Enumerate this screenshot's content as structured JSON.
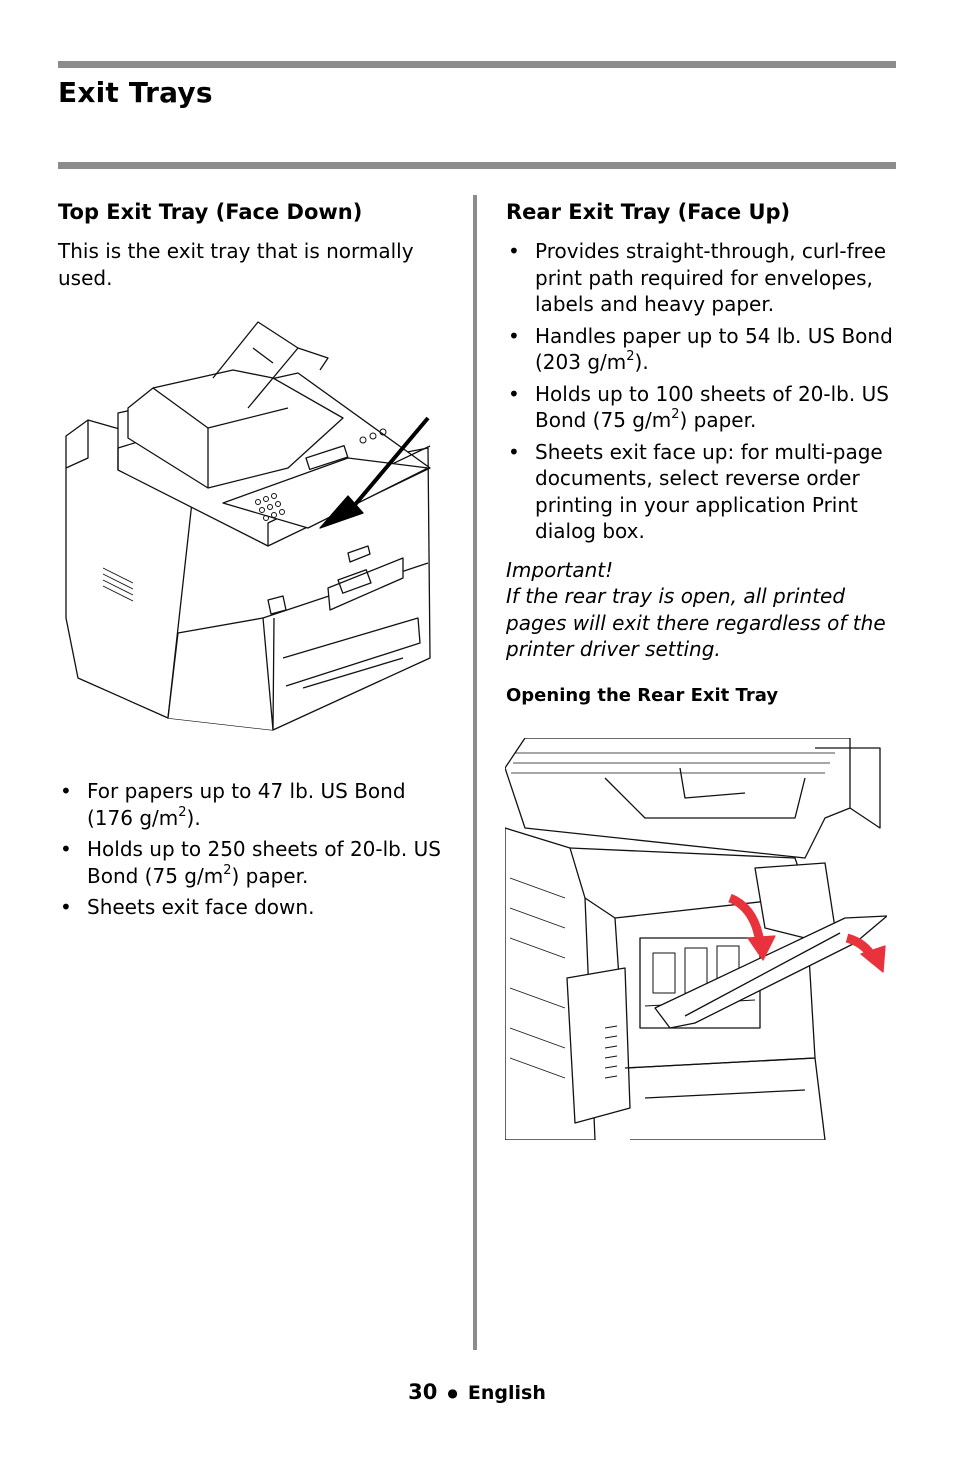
{
  "page": {
    "title": "Exit Trays",
    "page_number": "30",
    "separator": "●",
    "language": "English"
  },
  "left": {
    "heading": "Top Exit Tray (Face Down)",
    "intro": "This is the exit tray that is normally used.",
    "bullets": [
      {
        "text": "For papers up to 47 lb. US Bond (176 g/m",
        "sup": "2",
        "tail": ")."
      },
      {
        "text": "Holds up to 250 sheets of 20-lb. US Bond (75 g/m",
        "sup": "2",
        "tail": ") paper."
      },
      {
        "text": "Sheets exit face down.",
        "sup": "",
        "tail": ""
      }
    ]
  },
  "right": {
    "heading": "Rear Exit Tray (Face Up)",
    "bullets": [
      {
        "text": "Provides straight-through, curl-free print path required for envelopes, labels and heavy paper.",
        "sup": "",
        "tail": ""
      },
      {
        "text": "Handles paper up to 54 lb. US Bond (203 g/m",
        "sup": "2",
        "tail": ")."
      },
      {
        "text": "Holds up to 100 sheets of 20-lb. US Bond (75 g/m",
        "sup": "2",
        "tail": ") paper."
      },
      {
        "text": "Sheets exit face up: for multi-page documents, select reverse order printing in your application Print dialog box.",
        "sup": "",
        "tail": ""
      }
    ],
    "important_label": "Important!",
    "important_text": "If the rear tray is open, all printed pages will exit there regardless of the printer driver setting.",
    "subheading": "Opening the Rear Exit Tray"
  },
  "bullet_glyph": "•",
  "colors": {
    "rule": "#8c8c8c",
    "arrow_red": "#e8323c"
  }
}
